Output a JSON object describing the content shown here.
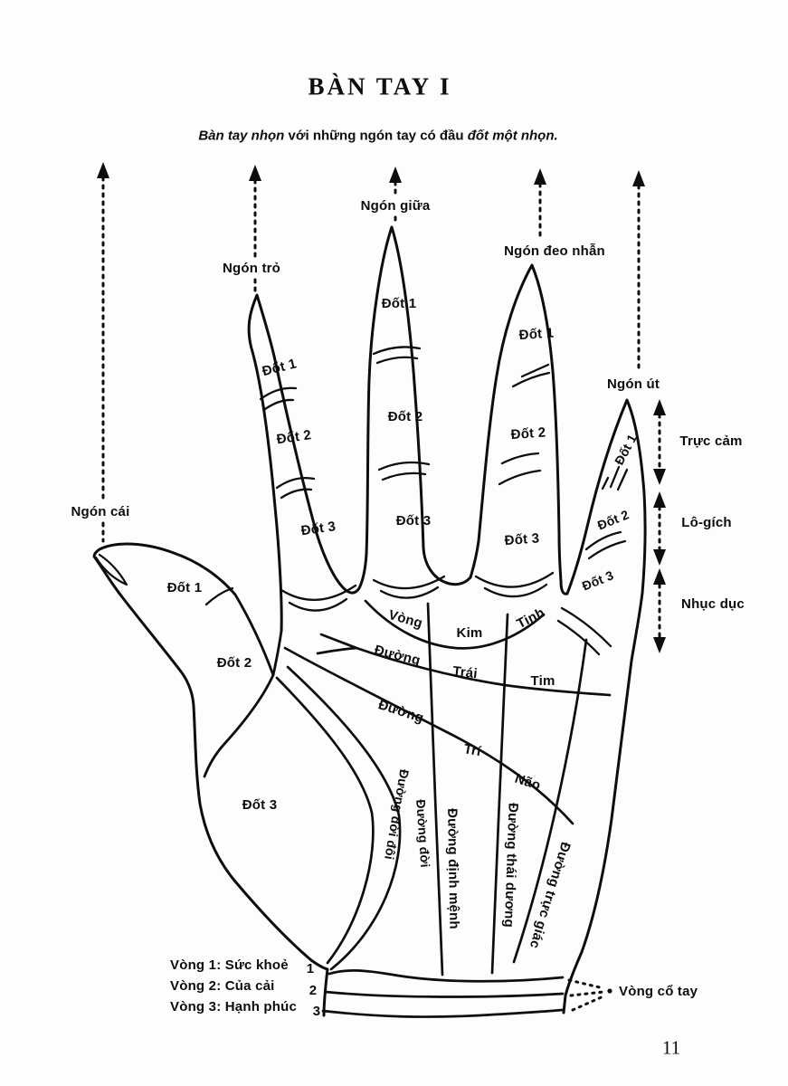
{
  "page": {
    "title": "BÀN TAY I",
    "subtitle": {
      "part1": "Bàn tay nhọn",
      "part2": " với những ngón tay có đầu ",
      "part3": "đốt một nhọn."
    },
    "page_number": "11"
  },
  "fingers": {
    "thumb": {
      "name": "Ngón cái",
      "segments": [
        "Đốt 1",
        "Đốt 2",
        "Đốt 3"
      ]
    },
    "index": {
      "name": "Ngón trỏ",
      "segments": [
        "Đốt 1",
        "Đốt 2",
        "Đốt 3"
      ]
    },
    "middle": {
      "name": "Ngón giữa",
      "segments": [
        "Đốt 1",
        "Đốt 2",
        "Đốt 3"
      ]
    },
    "ring": {
      "name": "Ngón đeo nhẫn",
      "segments": [
        "Đốt 1",
        "Đốt 2",
        "Đốt 3"
      ]
    },
    "little": {
      "name": "Ngón út",
      "segments": [
        "Đốt 1",
        "Đốt 2",
        "Đốt 3"
      ]
    }
  },
  "little_finger_zones": [
    "Trực cảm",
    "Lô-gích",
    "Nhục dục"
  ],
  "palm_lines": {
    "girdle": {
      "w1": "Vòng",
      "w2": "Kim",
      "w3": "Tinh"
    },
    "heart": {
      "w1": "Đường",
      "w2": "Trái",
      "w3": "Tim"
    },
    "head": {
      "w1": "Đường",
      "w2": "Trí",
      "w3": "Não"
    },
    "double_life": "Đường đời đôi",
    "life": "Đường đời",
    "fate": "Đường định mệnh",
    "sun": "Đường thái dương",
    "intuition": "Đường trực giác",
    "wrist": "Vòng cổ tay"
  },
  "legend": [
    {
      "label": "Vòng 1: Sức khoẻ",
      "num": "1"
    },
    {
      "label": "Vòng 2: Của cải",
      "num": "2"
    },
    {
      "label": "Vòng 3: Hạnh phúc",
      "num": "3"
    }
  ],
  "ink_color": "#0d0d0d"
}
